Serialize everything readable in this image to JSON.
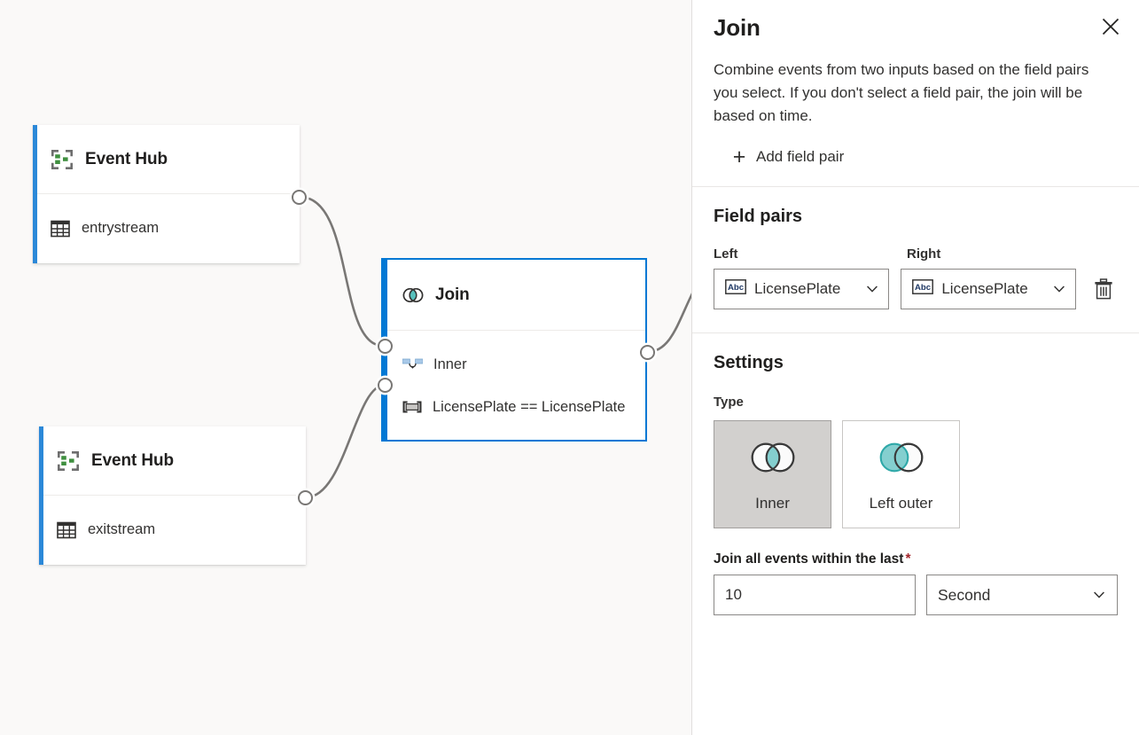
{
  "canvas": {
    "nodes": [
      {
        "id": "eventhub-entry",
        "title": "Event Hub",
        "subtitle": "entrystream",
        "title_icon": "event-hub-icon",
        "sub_icon": "table-icon"
      },
      {
        "id": "eventhub-exit",
        "title": "Event Hub",
        "subtitle": "exitstream",
        "title_icon": "event-hub-icon",
        "sub_icon": "table-icon"
      }
    ],
    "join_node": {
      "title": "Join",
      "title_icon": "venn-join-icon",
      "rows": [
        {
          "label": "Inner",
          "icon": "inner-join-icon"
        },
        {
          "label": "LicensePlate == LicensePlate",
          "icon": "field-pair-icon"
        }
      ]
    },
    "accent_color": "#2b88d8",
    "selected_border_color": "#0078d4",
    "background": "#faf9f8"
  },
  "panel": {
    "title": "Join",
    "close_icon": "close-icon",
    "description": "Combine events from two inputs based on the field pairs you select. If you don't select a field pair, the join will be based on time.",
    "add_field_pair": {
      "label": "Add field pair",
      "icon": "plus-icon"
    },
    "field_pairs": {
      "section_title": "Field pairs",
      "left_label": "Left",
      "right_label": "Right",
      "rows": [
        {
          "left_value": "LicensePlate",
          "left_icon": "abc-string-icon",
          "right_value": "LicensePlate",
          "right_icon": "abc-string-icon",
          "delete_icon": "trash-icon"
        }
      ]
    },
    "settings": {
      "section_title": "Settings",
      "type_label": "Type",
      "type_options": [
        {
          "label": "Inner",
          "icon": "venn-inner-icon",
          "selected": true
        },
        {
          "label": "Left outer",
          "icon": "venn-left-outer-icon",
          "selected": false
        }
      ],
      "duration_label": "Join all events within the last",
      "required_marker": "*",
      "duration_value": "10",
      "duration_placeholder": "",
      "unit_value": "Second",
      "unit_icon": "chevron-down-icon"
    },
    "accent_teal": "#4ec4c4",
    "required_color": "#a4262c"
  }
}
